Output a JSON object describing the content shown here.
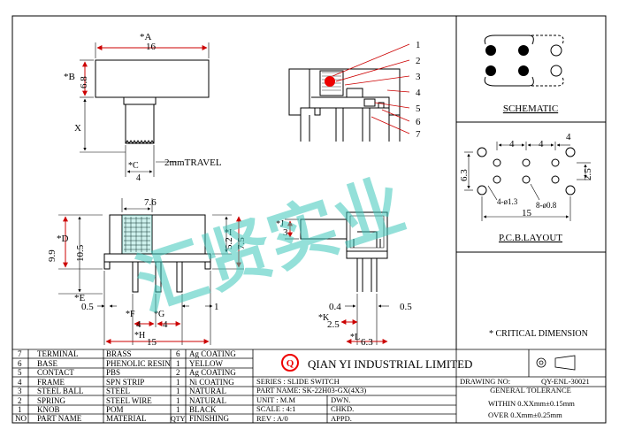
{
  "top_view": {
    "width_label": "*A",
    "width_value": "16",
    "height_label": "*B",
    "height_value": "6.8",
    "x_label": "X",
    "c_label": "*C",
    "c_value": "4",
    "travel": "2mmTRAVEL"
  },
  "side_view": {
    "callouts": [
      "1",
      "2",
      "3",
      "4",
      "5",
      "6",
      "7"
    ]
  },
  "front_view": {
    "knob_width": "7.6",
    "d_label": "*D",
    "overall_height": "9.9",
    "d_value": "10.5",
    "i_label": "*I",
    "i_value": "7.5",
    "inner_height": "5.2",
    "pin_pitch_e": "*E",
    "e_value": "0.5",
    "f_label": "*F",
    "f_value": "4",
    "g_label": "*G",
    "g_value": "4",
    "pin_thick": "1",
    "h_label": "*H",
    "h_value": "15"
  },
  "end_view": {
    "j_label": "*J",
    "j_value": "3",
    "left_pin": "0.4",
    "right_pin": "0.5",
    "k_label": "*K",
    "k_value": "2.5",
    "l_label": "*L",
    "l_value": "6.3"
  },
  "schematic": {
    "title": "SCHEMATIC"
  },
  "pcb": {
    "title": "P.C.B.LAYOUT",
    "pitch1": "4",
    "pitch2": "4",
    "pitch3": "4",
    "height": "6.3",
    "right_gap": "2.5",
    "small_hole": "4-ø1.3",
    "large_hole": "8-ø0.8",
    "width": "15"
  },
  "watermark": "汇贤实业",
  "critical_note": "* CRITICAL  DIMENSION",
  "bom": [
    {
      "no": "7",
      "part": "TERMINAL",
      "material": "BRASS",
      "qty": "6",
      "finish": "Ag COATING"
    },
    {
      "no": "6",
      "part": "BASE",
      "material": "PHENOLIC RESIN",
      "qty": "1",
      "finish": "YELLOW"
    },
    {
      "no": "5",
      "part": "CONTACT",
      "material": "PBS",
      "qty": "2",
      "finish": "Ag COATING"
    },
    {
      "no": "4",
      "part": "FRAME",
      "material": "SPN STRIP",
      "qty": "1",
      "finish": "Ni COATING"
    },
    {
      "no": "3",
      "part": "STEEL BALL",
      "material": "STEEL",
      "qty": "1",
      "finish": "NATURAL"
    },
    {
      "no": "2",
      "part": "SPRING",
      "material": "STEEL WIRE",
      "qty": "1",
      "finish": "NATURAL"
    },
    {
      "no": "1",
      "part": "KNOB",
      "material": "POM",
      "qty": "1",
      "finish": "BLACK"
    },
    {
      "no": "NO",
      "part": "PART NAME",
      "material": "MATERIAL",
      "qty": "QTY",
      "finish": "FINISHING"
    }
  ],
  "title_block": {
    "company": "QIAN YI INDUSTRIAL LIMITED",
    "logo_letter": "Q",
    "series": "SERIES : SLIDE SWITCH",
    "part_name": "PART NAME: SK-22H03-GX(4X3)",
    "unit": "UNIT : M.M",
    "scale": "SCALE : 4:1",
    "rev": "REV  : A/0",
    "dwn": "DWN.",
    "chkd": "CHKD.",
    "appd": "APPD.",
    "drawing_no_label": "DRAWING NO:",
    "drawing_no": "QY-ENL-30021",
    "tolerance_title": "GENERAL TOLERANCE",
    "tol1": "WITHIN  0.XXmm±0.15mm",
    "tol2": "OVER   0.Xmm±0.25mm"
  }
}
